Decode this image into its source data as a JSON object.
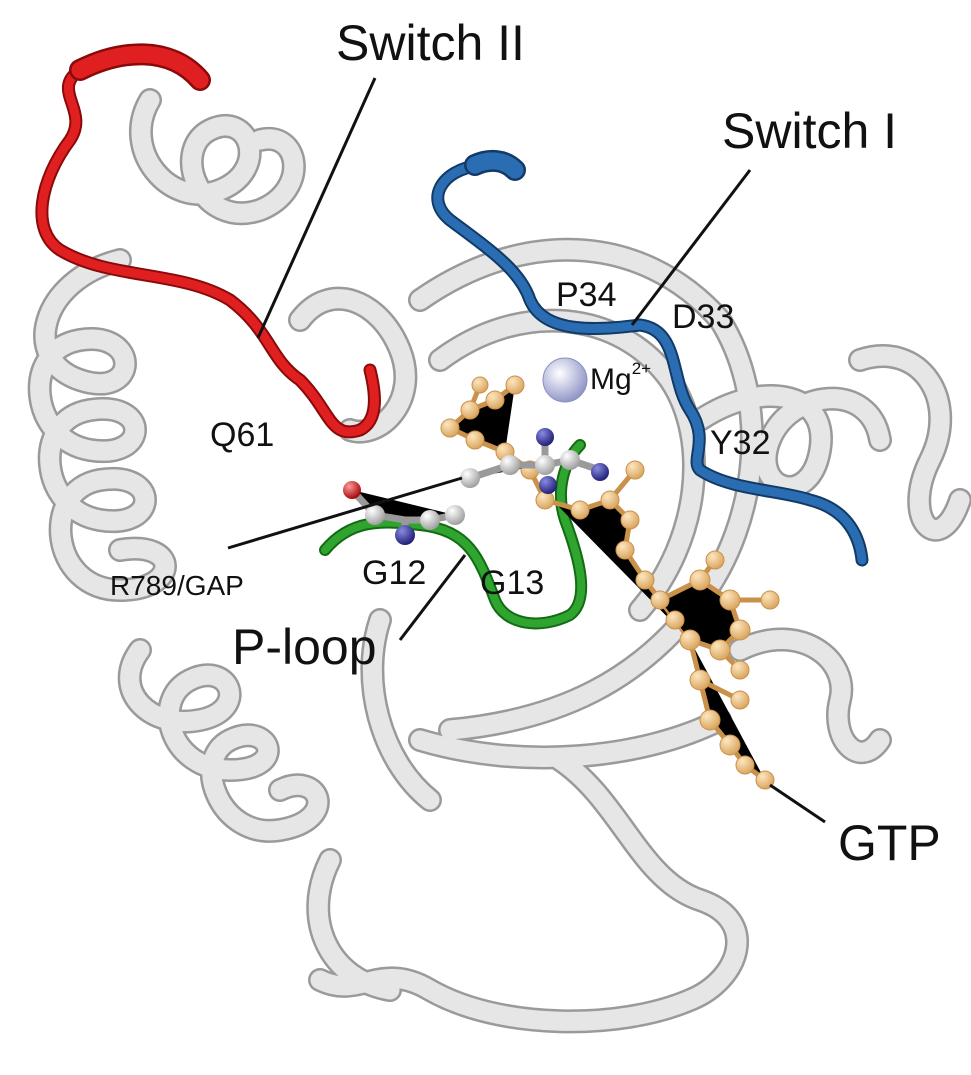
{
  "figure": {
    "labels": {
      "switch2": "Switch II",
      "switch1": "Switch I",
      "p34": "P34",
      "d33": "D33",
      "mg": "Mg",
      "mg_charge": "2+",
      "q61": "Q61",
      "y32": "Y32",
      "r789": "R789/GAP",
      "g12": "G12",
      "g13": "G13",
      "ploop": "P-loop",
      "gtp": "GTP"
    },
    "colors": {
      "switch2": "#e02020",
      "switch1": "#2a6db3",
      "ploop": "#2fa52f",
      "gtp": "#f0c07a",
      "ribbon": "#e4e4e4",
      "ribbon_edge": "#9a9a9a",
      "mg_ion": "#b4b8e0",
      "nitrogen": "#2b2b9a",
      "oxygen": "#d01818",
      "carbon": "#d8d8d8"
    }
  }
}
